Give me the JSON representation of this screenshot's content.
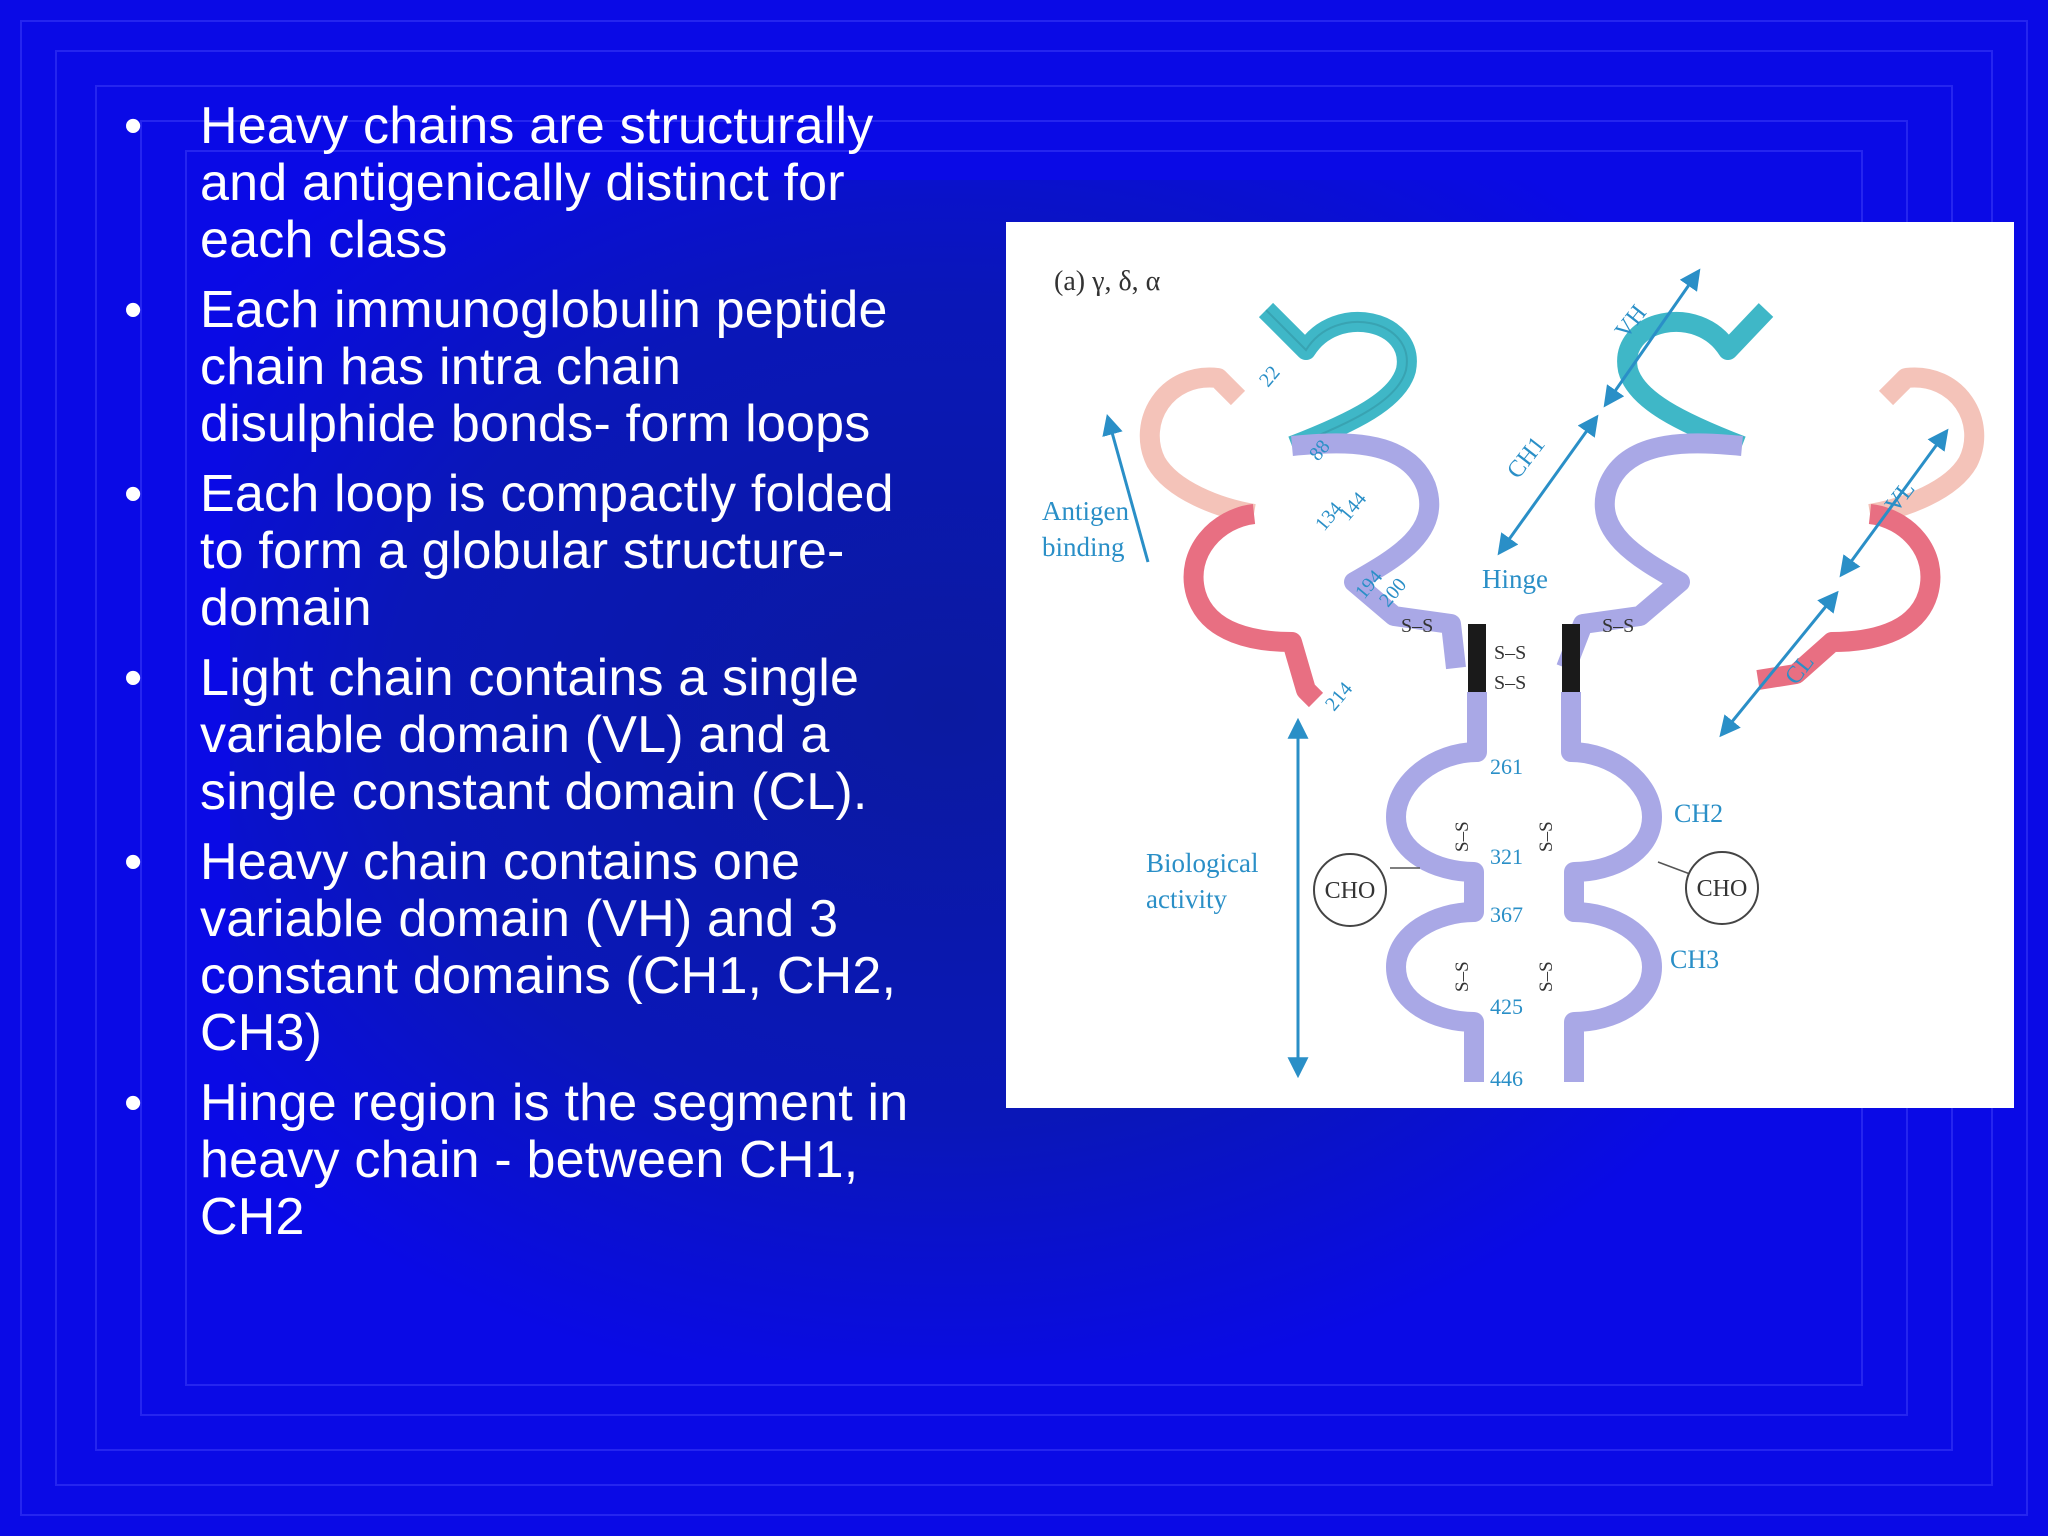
{
  "bullets": [
    "Heavy chains are structurally and antigenically distinct for each class",
    "Each immunoglobulin peptide chain has intra chain disulphide bonds- form loops",
    "Each loop is compactly folded to form a globular structure-domain",
    "Light chain contains a single variable domain (VL) and a single constant domain (CL).",
    "Heavy chain contains one variable domain (VH) and 3 constant domains (CH1, CH2, CH3)",
    "Hinge region is the segment in heavy chain - between CH1, CH2"
  ],
  "bullet_lines": [
    [
      "Heavy chains are structurally",
      "and antigenically distinct for",
      "each class"
    ],
    [
      "Each immunoglobulin peptide",
      "chain has intra chain",
      "disulphide bonds- form loops"
    ],
    [
      "Each loop is compactly folded",
      "to form a globular structure-",
      "domain"
    ],
    [
      "Light chain contains a single",
      "variable domain (VL) and a",
      "single constant domain (CL)."
    ],
    [
      "Heavy chain contains one",
      "variable domain (VH) and 3",
      "constant domains (CH1, CH2,",
      "CH3)"
    ],
    [
      "Hinge region is the segment in",
      "heavy chain - between CH1,",
      "CH2"
    ]
  ],
  "bullet_symbol": "•",
  "diagram": {
    "panel_label": "(a) γ, δ, α",
    "labels": {
      "antigen_binding": [
        "Antigen",
        "binding"
      ],
      "biological_activity": [
        "Biological",
        "activity"
      ],
      "hinge": "Hinge",
      "vh": "VH",
      "vl": "VL",
      "ch1": "CH1",
      "cl": "CL",
      "ch2": "CH2",
      "ch3": "CH3",
      "cho_left": "CHO",
      "cho_right": "CHO",
      "disulfide": "S–S"
    },
    "residues": [
      "22",
      "88",
      "134",
      "144",
      "194",
      "200",
      "214",
      "261",
      "321",
      "367",
      "425",
      "446"
    ]
  },
  "colors": {
    "background": "#0a0ae6",
    "text": "#ffffff",
    "vh_domain": "#3fb7c7",
    "vl_domain": "#f4c3b9",
    "cl_domain": "#e86f82",
    "heavy_constant": "#a9a8e6",
    "hinge": "#1a1a1a",
    "label_blue": "#2a8fc7"
  }
}
